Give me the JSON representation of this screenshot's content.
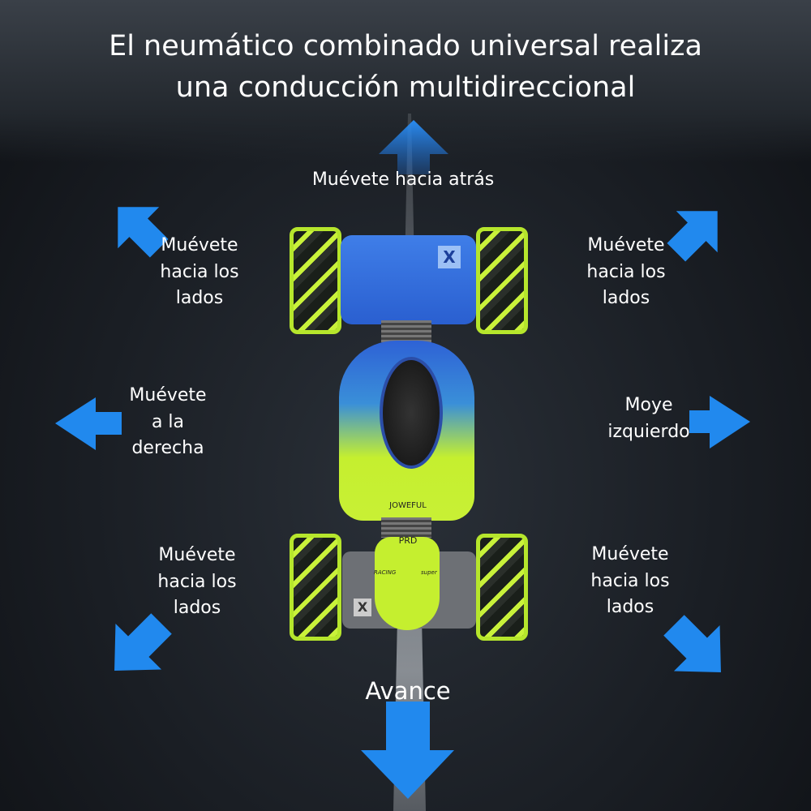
{
  "title": {
    "line1": "El neumático combinado universal realiza",
    "line2": "una conducción multidireccional"
  },
  "labels": {
    "up": "Muévete hacia atrás",
    "top_left": [
      "Muévete",
      "hacia los",
      "lados"
    ],
    "top_right": [
      "Muévete",
      "hacia los",
      "lados"
    ],
    "left": [
      "Muévete",
      "a la",
      "derecha"
    ],
    "right": [
      "Moye",
      "izquierdo"
    ],
    "bottom_left": [
      "Muévete",
      "hacia los",
      "lados"
    ],
    "bottom_right": [
      "Muévete",
      "hacia los",
      "lados"
    ],
    "down": "Avance"
  },
  "car": {
    "brand": "JOWEFUL",
    "badge": "PRD",
    "decals": [
      "RACING",
      "super"
    ],
    "logo": "X"
  },
  "colors": {
    "arrow": "#1e7fe6",
    "car_blue": "#3a74e0",
    "car_green": "#c5ef2f"
  }
}
